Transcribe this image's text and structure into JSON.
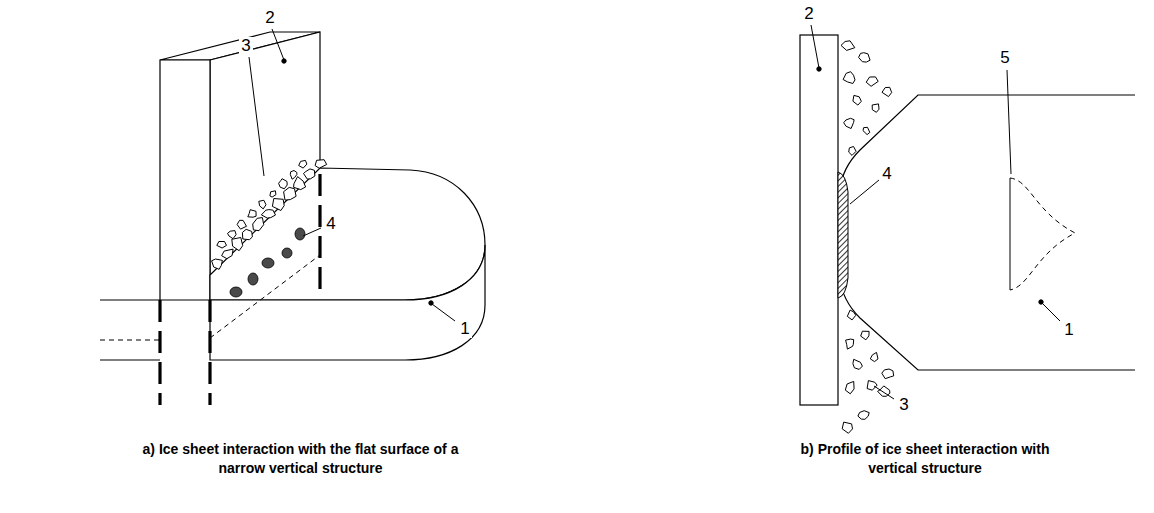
{
  "diagram": {
    "labels": [
      "3",
      "2",
      "4",
      "1",
      "a) Ice sheet interaction with the flat surface of a narrow vertical structure",
      "2",
      "5",
      "4",
      "3",
      "1",
      "b) Profile of ice sheet interaction with vertical structure"
    ]
  }
}
